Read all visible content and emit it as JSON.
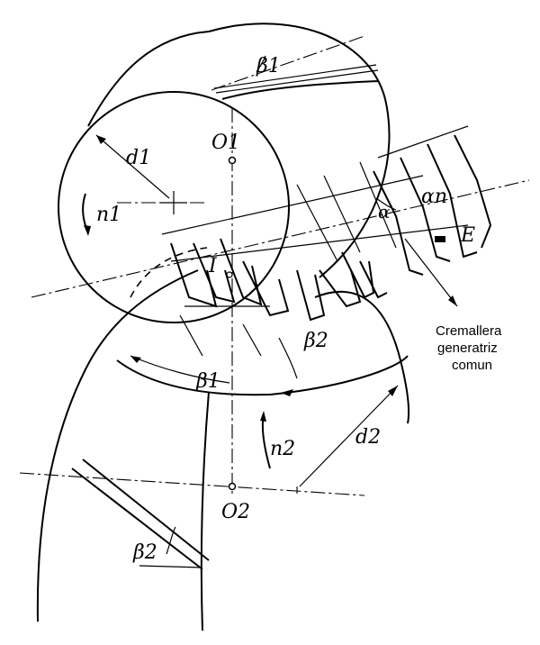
{
  "labels": {
    "beta1_top": "β1",
    "d1": "d1",
    "O1": "O1",
    "n1": "n1",
    "alpha": "α",
    "alpha_n": "αn",
    "E": "E",
    "I": "I",
    "beta2_mid": "β2",
    "beta1_low": "β1",
    "n2": "n2",
    "d2": "d2",
    "O2": "O2",
    "beta2_low": "β2"
  },
  "note": {
    "line1": "Cremallera",
    "line2": "generatriz",
    "line3": "comun"
  }
}
